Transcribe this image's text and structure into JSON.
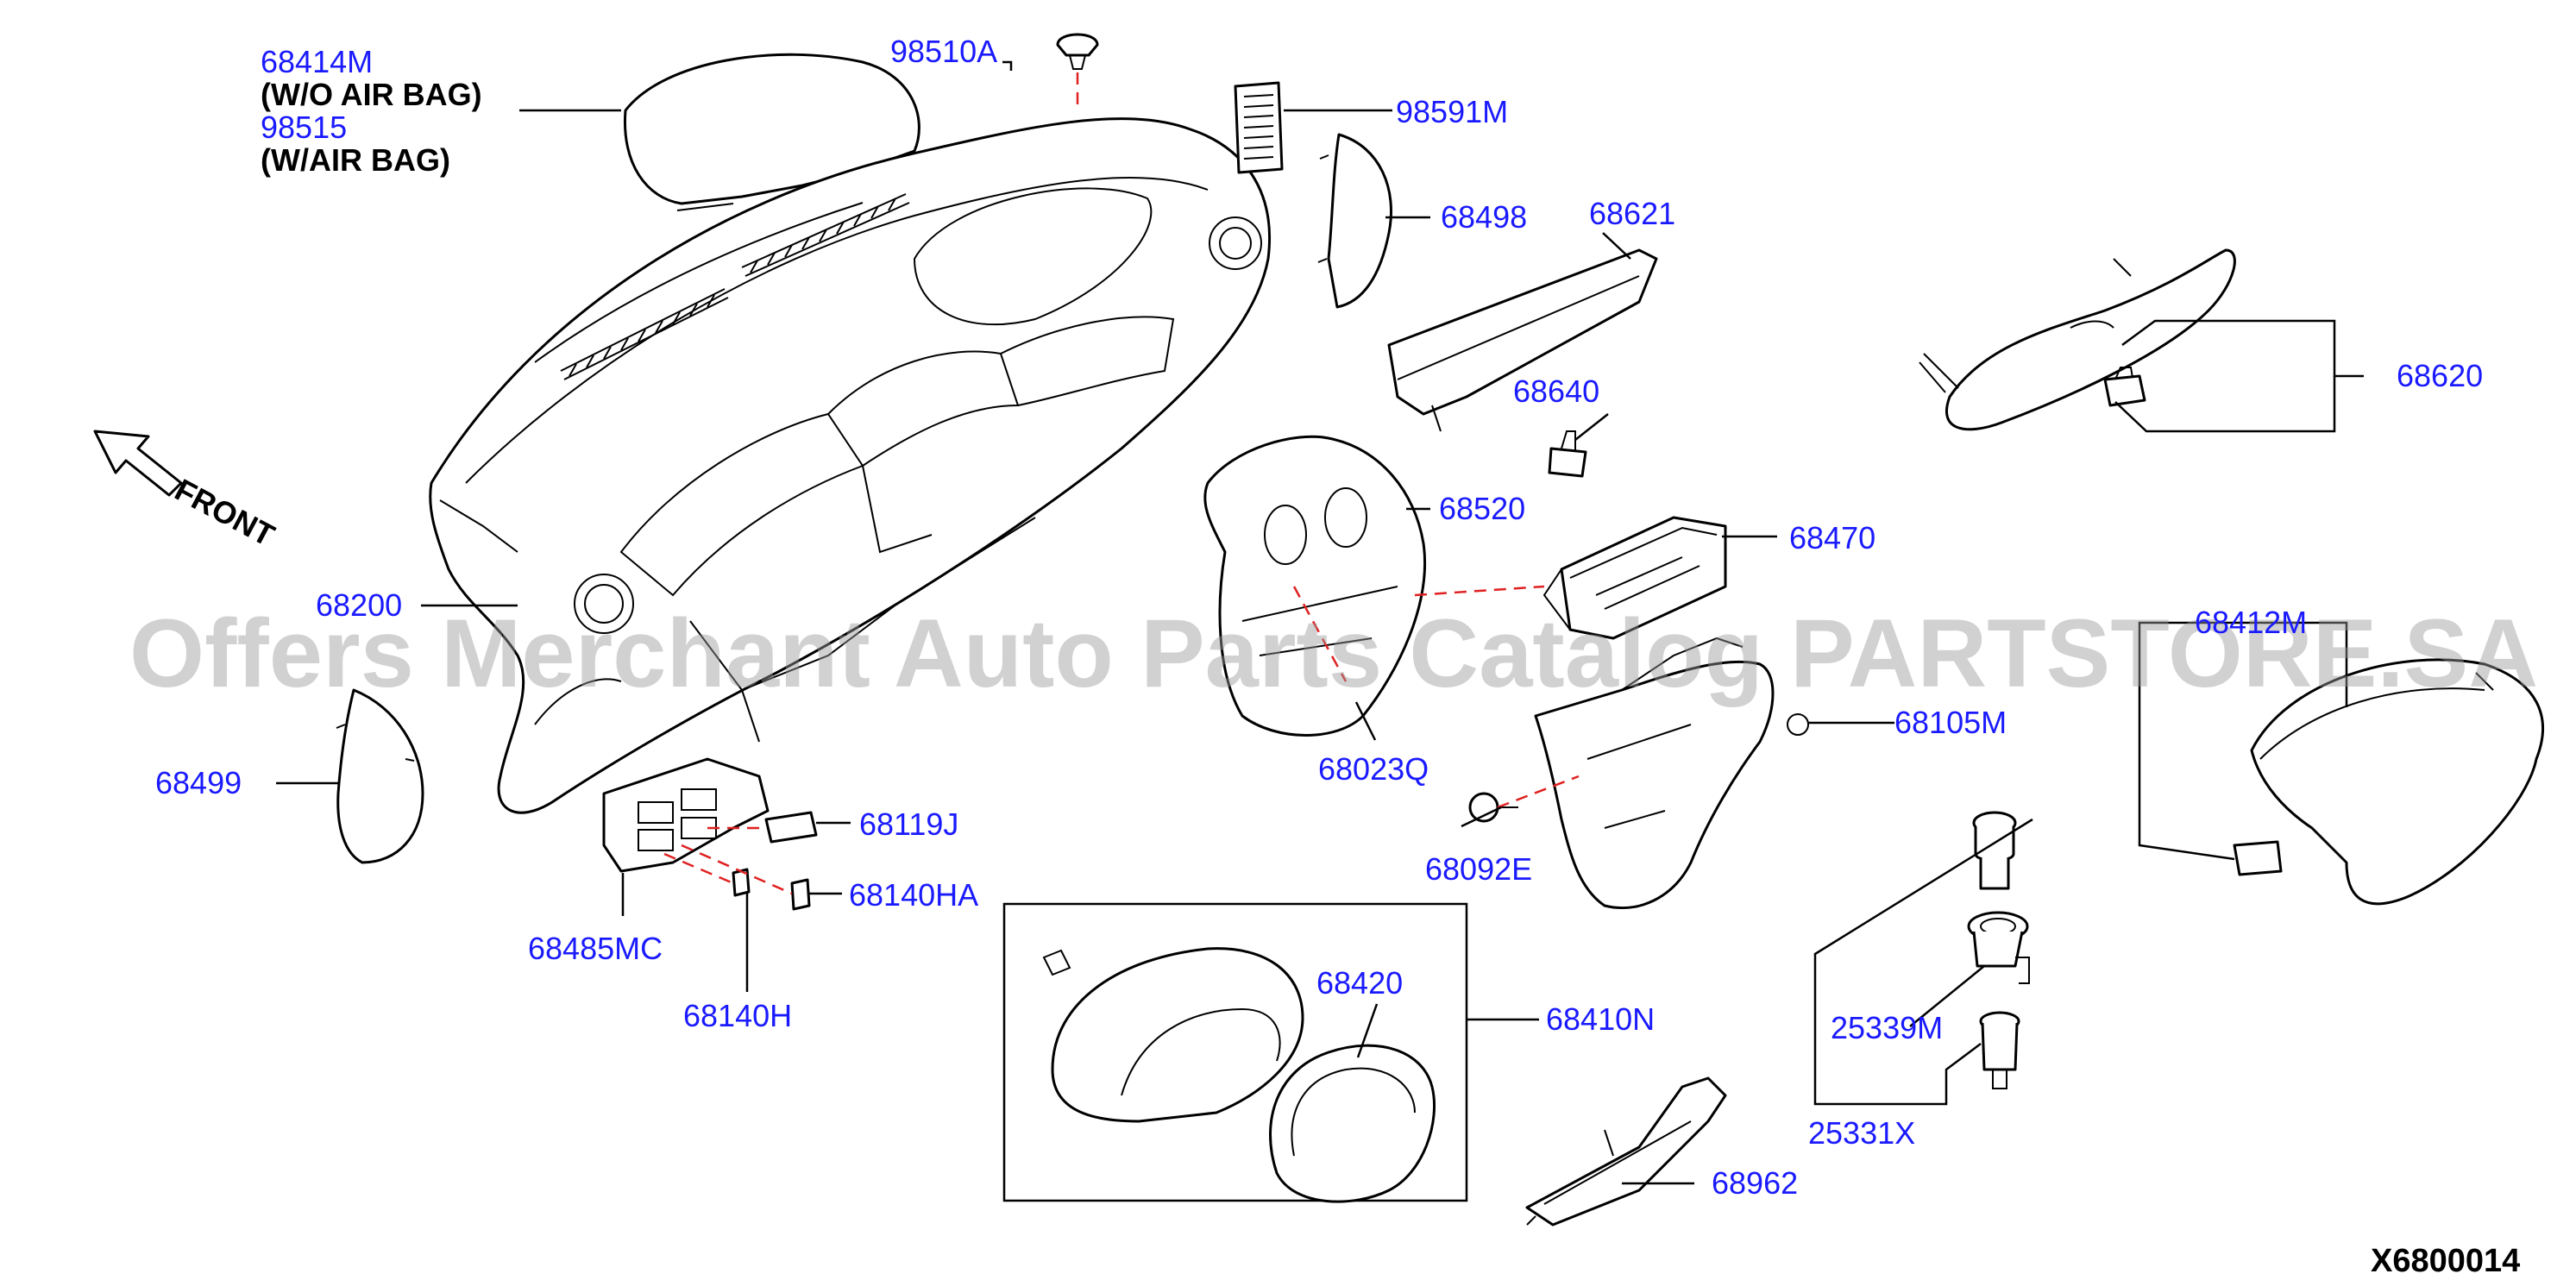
{
  "diagram": {
    "reference_code": "X6800014",
    "watermark": "Offers Merchant Auto Parts Catalog PARTSTORE.SA",
    "front_label": "FRONT",
    "callouts": [
      {
        "id": "c-68414M",
        "text": "68414M"
      },
      {
        "id": "c-wo-air-bag",
        "text": "(W/O AIR BAG)"
      },
      {
        "id": "c-98515",
        "text": "98515"
      },
      {
        "id": "c-w-air-bag",
        "text": "(W/AIR BAG)"
      },
      {
        "id": "c-98510A",
        "text": "98510A"
      },
      {
        "id": "c-98591M",
        "text": "98591M"
      },
      {
        "id": "c-68498",
        "text": "68498"
      },
      {
        "id": "c-68621",
        "text": "68621"
      },
      {
        "id": "c-68620",
        "text": "68620"
      },
      {
        "id": "c-68640",
        "text": "68640"
      },
      {
        "id": "c-68520",
        "text": "68520"
      },
      {
        "id": "c-68470",
        "text": "68470"
      },
      {
        "id": "c-68200",
        "text": "68200"
      },
      {
        "id": "c-68412M",
        "text": "68412M"
      },
      {
        "id": "c-68105M",
        "text": "68105M"
      },
      {
        "id": "c-68023Q",
        "text": "68023Q"
      },
      {
        "id": "c-68499",
        "text": "68499"
      },
      {
        "id": "c-68119J",
        "text": "68119J"
      },
      {
        "id": "c-68092E",
        "text": "68092E"
      },
      {
        "id": "c-68140HA",
        "text": "68140HA"
      },
      {
        "id": "c-68485MC",
        "text": "68485MC"
      },
      {
        "id": "c-68420",
        "text": "68420"
      },
      {
        "id": "c-68410N",
        "text": "68410N"
      },
      {
        "id": "c-25339M",
        "text": "25339M"
      },
      {
        "id": "c-68140H",
        "text": "68140H"
      },
      {
        "id": "c-25331X",
        "text": "25331X"
      },
      {
        "id": "c-68962",
        "text": "68962"
      }
    ]
  }
}
